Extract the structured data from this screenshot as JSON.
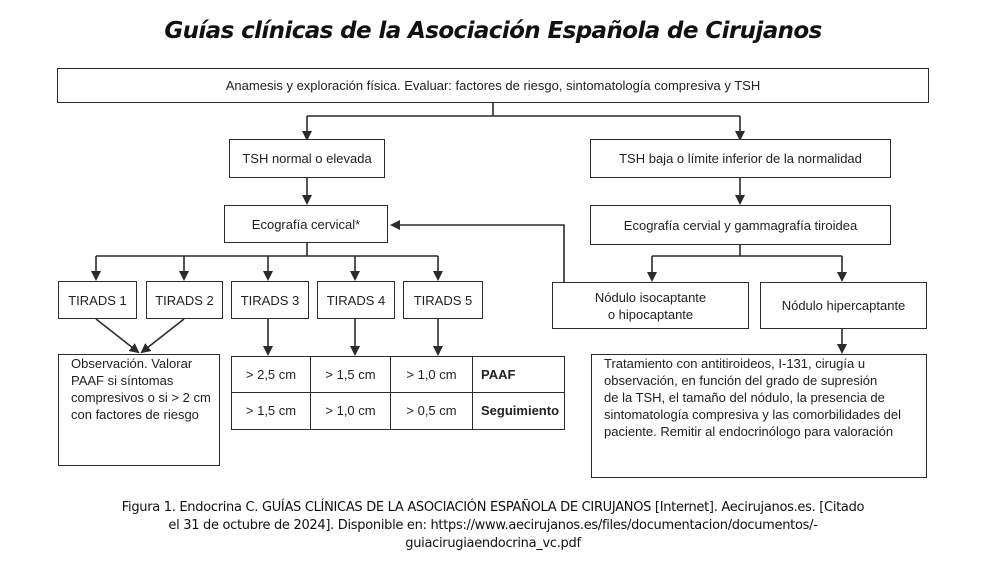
{
  "title": "Guías clínicas de la Asociación Española de Cirujanos",
  "nodes": {
    "anamnesis": "Anamesis y exploración física. Evaluar: factores de riesgo, sintomatología compresiva y TSH",
    "tsh_normal": "TSH normal o elevada",
    "tsh_baja": "TSH baja o límite inferior de la normalidad",
    "ecografia": "Ecografía cervical*",
    "eco_gamma": "Ecografía cervial y gammagrafía tiroidea",
    "tirads1": "TIRADS 1",
    "tirads2": "TIRADS 2",
    "tirads3": "TIRADS 3",
    "tirads4": "TIRADS 4",
    "tirads5": "TIRADS 5",
    "nodulo_iso_line1": "Nódulo isocaptante",
    "nodulo_iso_line2": "o hipocaptante",
    "nodulo_hiper": "Nódulo hipercaptante",
    "observacion_lines": [
      "Observación. Valorar",
      "PAAF si síntomas",
      "compresivos o si > 2 cm",
      "con factores de riesgo"
    ],
    "tratamiento_lines": [
      "Tratamiento con antitiroideos, I-131, cirugía u",
      "observación, en función del grado de supresión",
      "de la TSH, el tamaño del nódulo, la presencia de",
      "sintomatología compresiva y las comorbilidades del",
      "paciente. Remitir al endocrinólogo para valoración"
    ]
  },
  "size_table": {
    "rows": [
      {
        "tirads3": "> 2,5 cm",
        "tirads4": "> 1,5 cm",
        "tirads5": "> 1,0 cm",
        "label": "PAAF"
      },
      {
        "tirads3": "> 1,5 cm",
        "tirads4": "> 1,0 cm",
        "tirads5": "> 0,5 cm",
        "label": "Seguimiento"
      }
    ]
  },
  "caption_lines": [
    "Figura 1. Endocrina C. GUÍAS CLÍNICAS DE LA ASOCIACIÓN ESPAÑOLA DE CIRUJANOS [Internet]. Aecirujanos.es. [Citado",
    "el 31 de octubre de 2024]. Disponible en: https://www.aecirujanos.es/files/documentacion/documentos/-",
    "guiacirugiaendocrina_vc.pdf"
  ]
}
